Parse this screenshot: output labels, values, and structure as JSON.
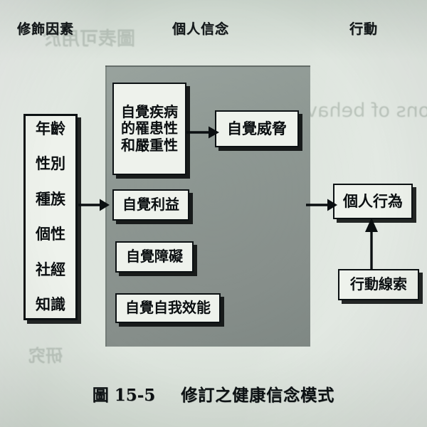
{
  "figure": {
    "caption_number": "圖 15-5",
    "caption_title": "修訂之健康信念模式"
  },
  "headings": {
    "modifying": "修飾因素",
    "beliefs": "個人信念",
    "action": "行動"
  },
  "modifying_factors": {
    "rows": [
      "年齡",
      "性別",
      "種族",
      "個性",
      "社經",
      "知識"
    ]
  },
  "belief_boxes": {
    "susceptibility": "自覺疾病的罹患性和嚴重性",
    "susceptibility_lines": [
      "自覺疾病",
      "的罹患性",
      "和嚴重性"
    ],
    "threat": "自覺威脅",
    "benefits": "自覺利益",
    "barriers": "自覺障礙",
    "self_efficacy": "自覺自我效能"
  },
  "action_boxes": {
    "behavior": "個人行為",
    "cues": "行動線索"
  },
  "arrows": {
    "modifying_to_beliefs": "arrow-right",
    "susceptibility_to_threat": "arrow-right",
    "beliefs_to_behavior": "arrow-right",
    "cues_to_behavior": "arrow-up"
  },
  "colors": {
    "paper": "#dee5de",
    "panel": "#8e9893",
    "box_fill": "#eef2ec",
    "ink": "#0b0f11"
  },
  "bleed_through": {
    "line_top": "圖表可用於",
    "line_mid": "ations of behav",
    "line_low": "研究"
  }
}
